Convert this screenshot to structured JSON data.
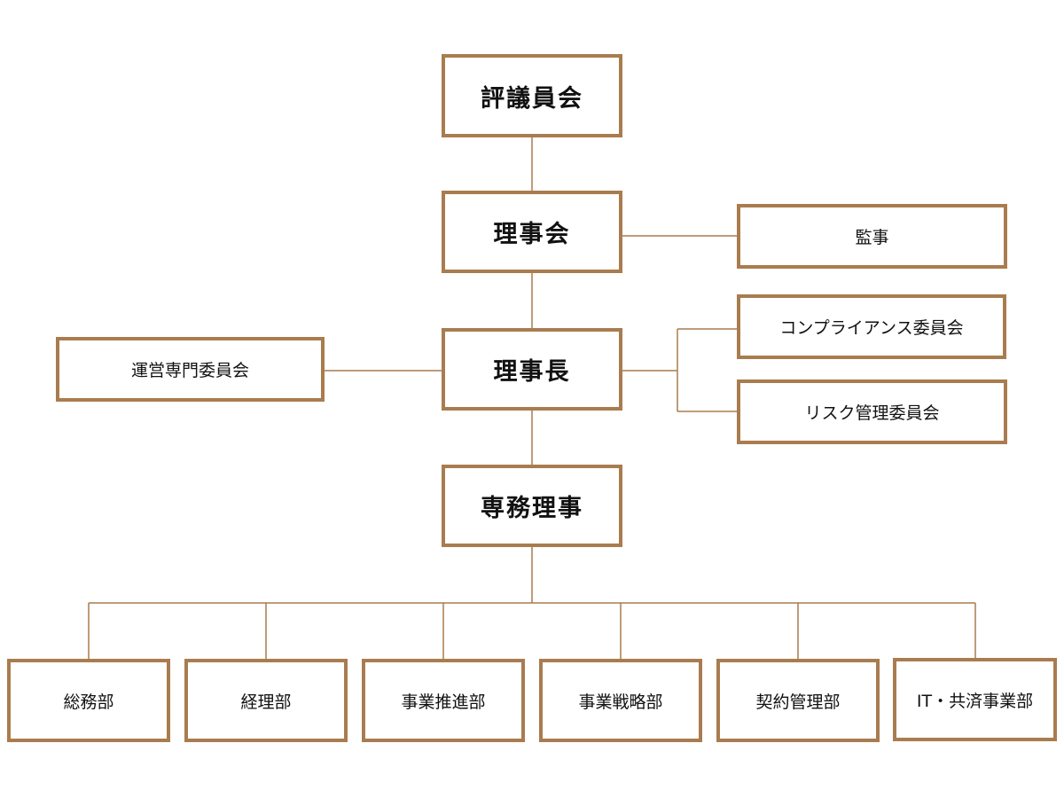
{
  "colors": {
    "border": "#a97c4f",
    "line": "#a97c4f",
    "text": "#111111",
    "background": "#ffffff"
  },
  "nodes": {
    "council": "評議員会",
    "board": "理事会",
    "auditor": "監事",
    "chairman": "理事長",
    "ops_committee": "運営専門委員会",
    "compliance_committee": "コンプライアンス委員会",
    "risk_committee": "リスク管理委員会",
    "managing_director": "専務理事",
    "departments": [
      "総務部",
      "経理部",
      "事業推進部",
      "事業戦略部",
      "契約管理部",
      "IT・共済事業部"
    ]
  }
}
